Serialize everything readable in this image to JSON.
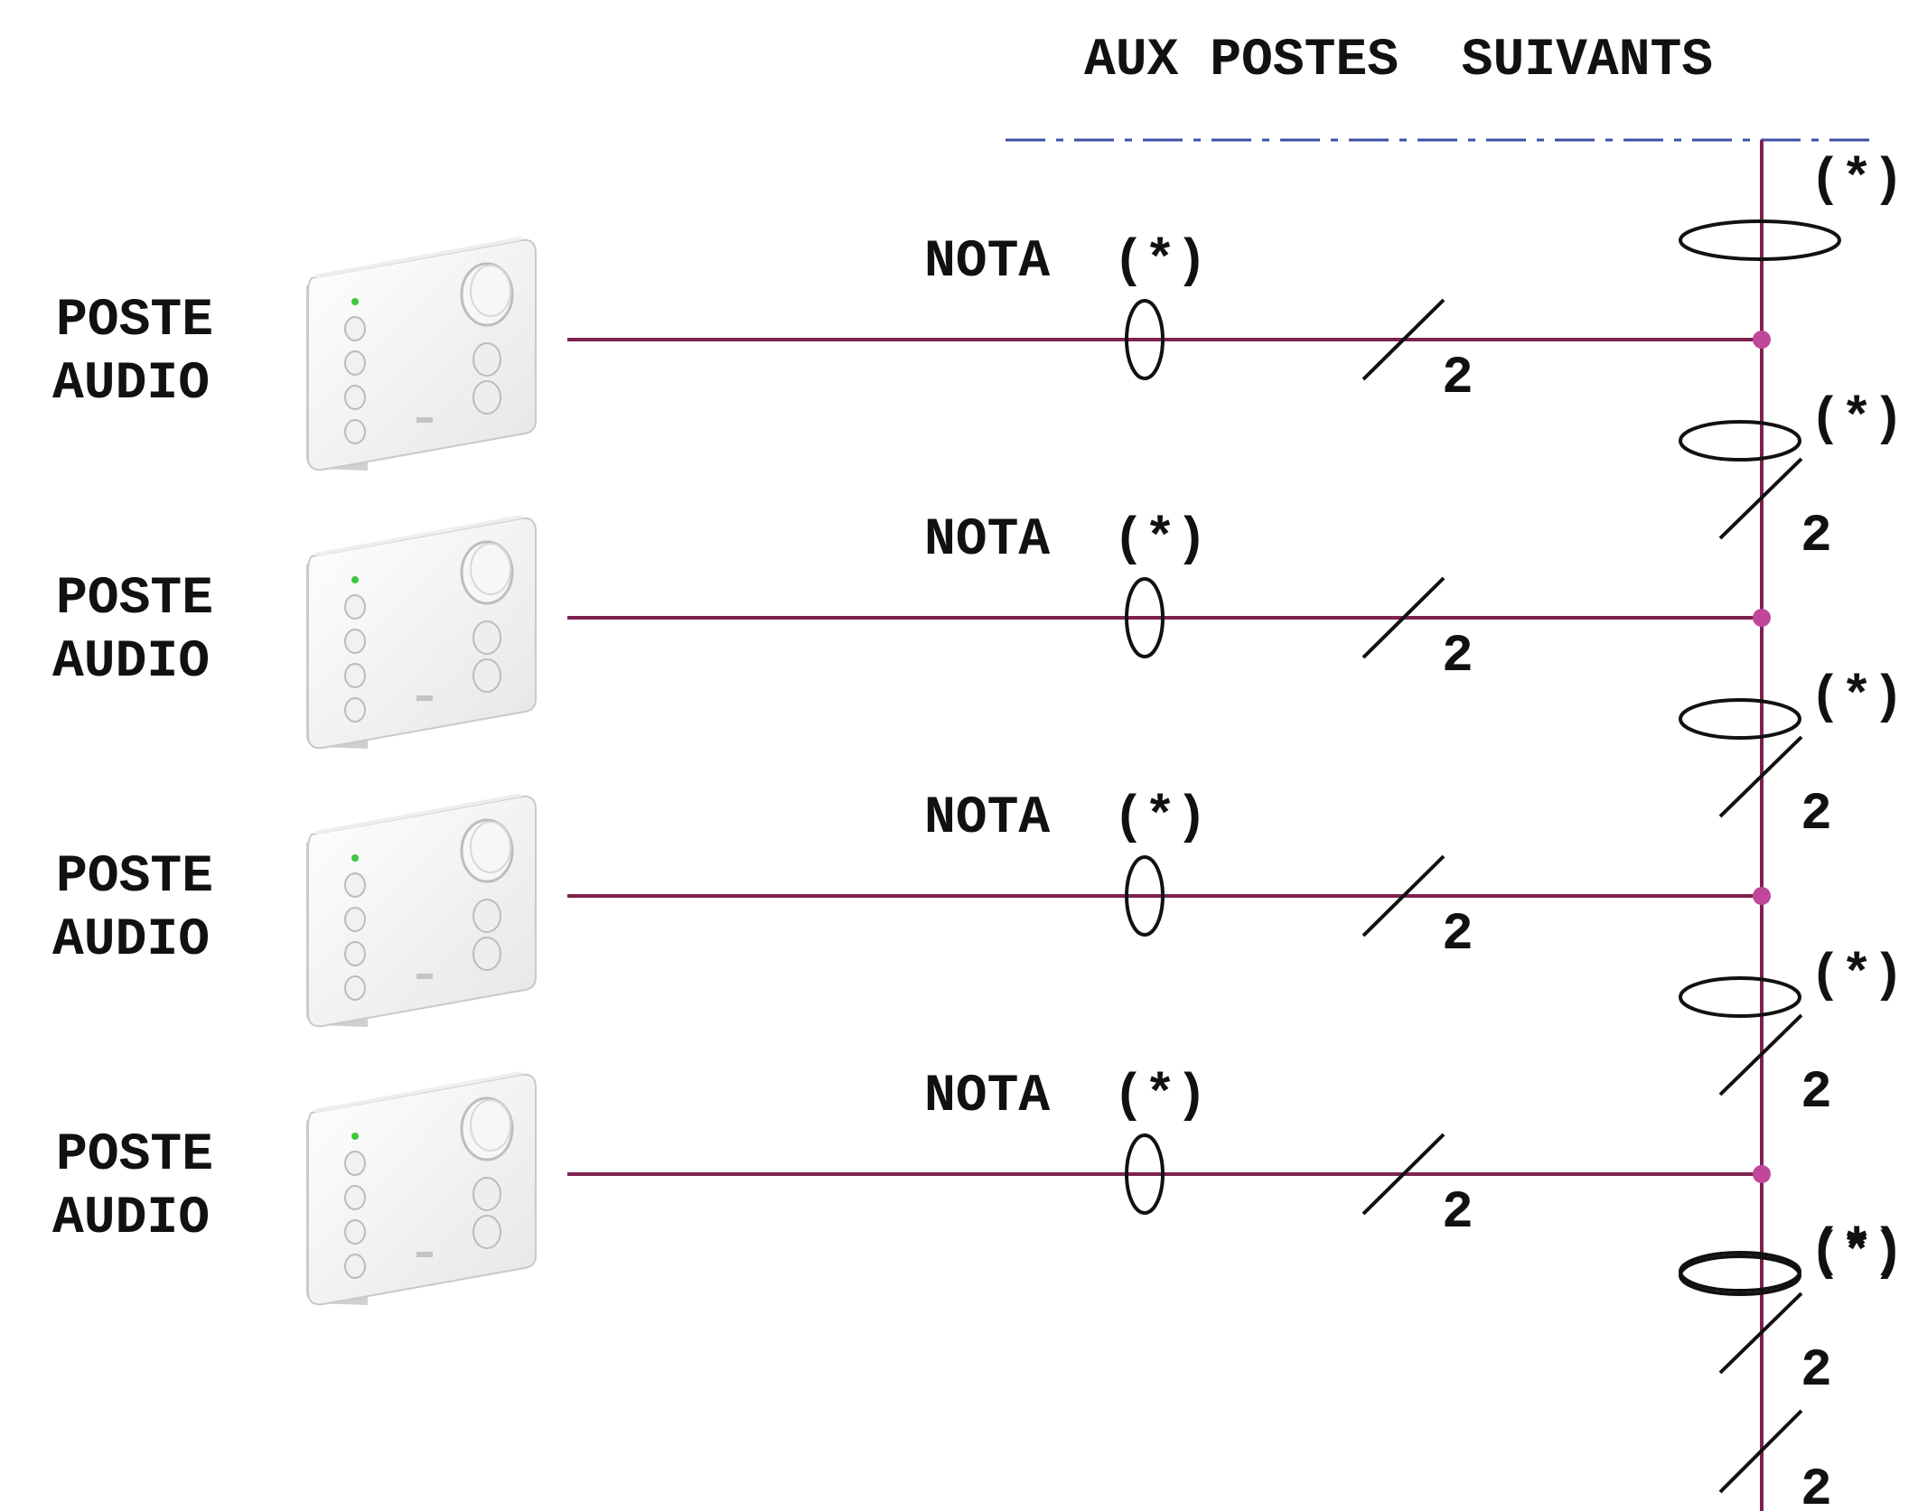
{
  "header": {
    "text": "AUX POSTES  SUIVANTS"
  },
  "colors": {
    "wire": "#7d2250",
    "junction": "#c0479a",
    "bus_dash": "#3d4fa6",
    "ink": "#111111",
    "device_face": "#f3f3f3",
    "device_side": "#d6d6d6",
    "device_led": "#3ec63e"
  },
  "stations": [
    {
      "label_line1": "POSTE",
      "label_line2": "AUDIO",
      "note": "NOTA  (*)",
      "wire_count": "2",
      "bus_mark": "(*)",
      "bus_count": "2"
    },
    {
      "label_line1": "POSTE",
      "label_line2": "AUDIO",
      "note": "NOTA  (*)",
      "wire_count": "2",
      "bus_mark": "(*)",
      "bus_count": "2"
    },
    {
      "label_line1": "POSTE",
      "label_line2": "AUDIO",
      "note": "NOTA  (*)",
      "wire_count": "2",
      "bus_mark": "(*)",
      "bus_count": "2"
    },
    {
      "label_line1": "POSTE",
      "label_line2": "AUDIO",
      "note": "NOTA  (*)",
      "wire_count": "2",
      "bus_mark": "(*)",
      "bus_count": "2"
    }
  ],
  "bus_top": {
    "mark": "(*)"
  },
  "bus_bottom": {
    "mark": "(*)",
    "count": "2"
  },
  "icons": {
    "device": "audio-intercom-unit-icon",
    "cable_loop": "cable-ellipse-icon",
    "wire_count_slash": "slash-mark-icon"
  }
}
